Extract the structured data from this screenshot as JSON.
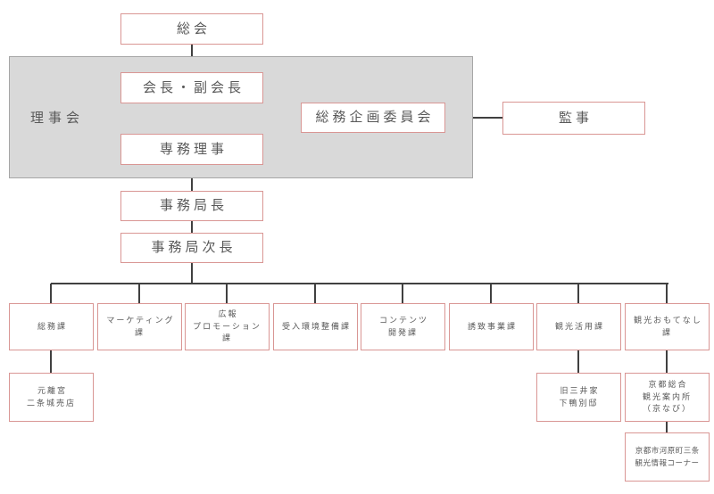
{
  "meta": {
    "diagram_type": "organization-chart",
    "colors": {
      "node_border": "#d99694",
      "board_fill": "#d9d9d9",
      "board_border": "#a6a6a6",
      "connector": "#404040",
      "text": "#595959",
      "background": "#ffffff"
    }
  },
  "top": {
    "general_meeting": "総会"
  },
  "board": {
    "label": "理事会",
    "chairman": "会長・副会長",
    "executive_director": "専務理事",
    "committee": "総務企画委員会"
  },
  "auditor": {
    "label": "監事"
  },
  "secretariat": {
    "secretary_general": "事務局長",
    "deputy_secretary_general": "事務局次長"
  },
  "departments": [
    {
      "label": "総務課"
    },
    {
      "label": "マーケティング\n課"
    },
    {
      "label": "広報\nプロモーション\n課"
    },
    {
      "label": "受入環境整備課"
    },
    {
      "label": "コンテンツ\n開発課"
    },
    {
      "label": "誘致事業課"
    },
    {
      "label": "観光活用課"
    },
    {
      "label": "観光おもてなし\n課"
    }
  ],
  "facilities": [
    {
      "label": "元離宮\n二条城売店"
    },
    {
      "label": "旧三井家\n下鴨別邸"
    },
    {
      "label": "京都総合\n観光案内所\n（京なび）"
    },
    {
      "label": "京都市河原町三条\n観光情報コーナー"
    }
  ]
}
